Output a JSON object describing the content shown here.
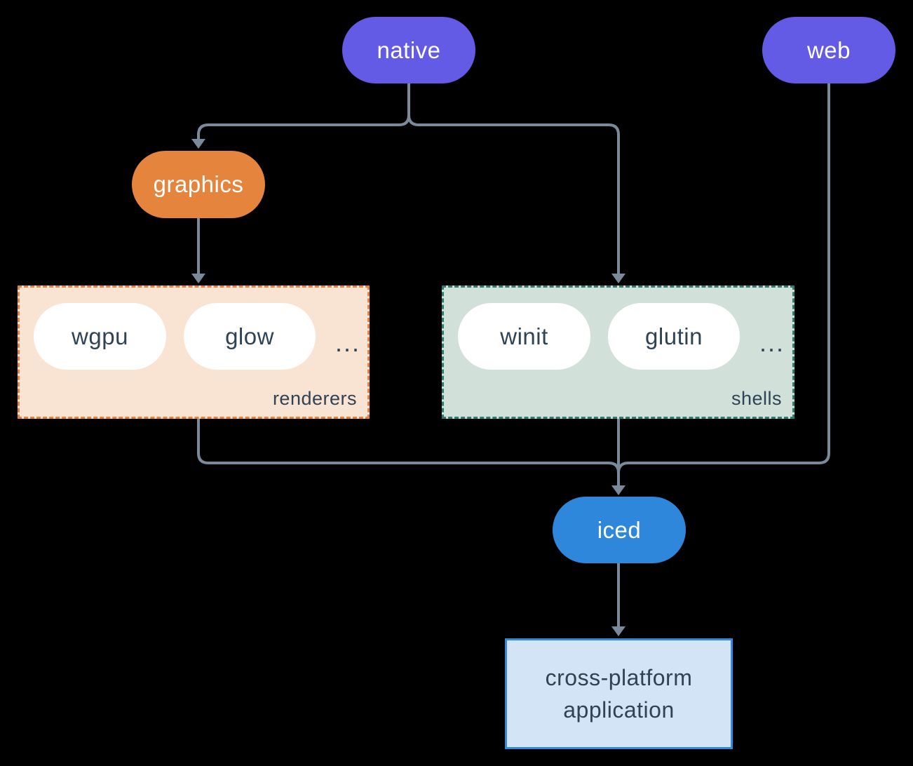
{
  "diagram": {
    "title": "iced ecosystem diagram",
    "background": "#000000",
    "connector_color": "#7A8A9B",
    "text_color_dark": "#2F4356",
    "nodes": {
      "native": {
        "label": "native",
        "color": "#635BE6"
      },
      "web": {
        "label": "web",
        "color": "#635BE6"
      },
      "graphics": {
        "label": "graphics",
        "color": "#E5843D"
      },
      "iced": {
        "label": "iced",
        "color": "#2E87DA"
      },
      "wgpu": {
        "label": "wgpu",
        "color": "#FFFFFF"
      },
      "glow": {
        "label": "glow",
        "color": "#FFFFFF"
      },
      "winit": {
        "label": "winit",
        "color": "#FFFFFF"
      },
      "glutin": {
        "label": "glutin",
        "color": "#FFFFFF"
      },
      "app": {
        "line1": "cross-platform",
        "line2": "application",
        "fill": "#D4E4F7",
        "border": "#3787DD"
      }
    },
    "groups": {
      "renderers": {
        "label": "renderers",
        "ellipsis": "...",
        "fill": "#F9E3D2",
        "border": "#E8813A"
      },
      "shells": {
        "label": "shells",
        "ellipsis": "...",
        "fill": "#D2E0DA",
        "border": "#2E7D6E"
      }
    },
    "edges": [
      "native -> graphics",
      "native -> shells",
      "graphics -> renderers",
      "renderers -> iced",
      "shells -> iced",
      "web -> iced",
      "iced -> cross-platform application"
    ]
  }
}
